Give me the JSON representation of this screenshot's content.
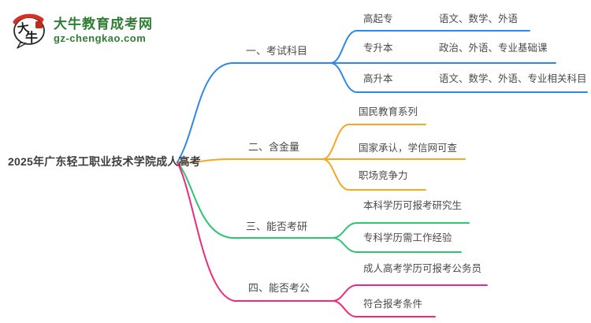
{
  "logo": {
    "icon_chars": "大牛",
    "site_name": "大牛教育成考网",
    "site_url": "gz-chengkao.com"
  },
  "colors": {
    "branch_exam": "#2e89e6",
    "branch_value": "#f6a723",
    "branch_postgrad": "#2ec573",
    "branch_civil": "#f0297d",
    "logo_green": "#2e7d32",
    "logo_red": "#d93025"
  },
  "mindmap": {
    "root": "2025年广东轻工职业技术学院成人高考",
    "branches": [
      {
        "label": "一、考试科目",
        "children": [
          {
            "label": "高起专",
            "value": "语文、数学、外语"
          },
          {
            "label": "专升本",
            "value": "政治、外语、专业基础课"
          },
          {
            "label": "高升本",
            "value": "语文、数学、外语、专业相关科目"
          }
        ]
      },
      {
        "label": "二、含金量",
        "children": [
          {
            "label": "国民教育系列"
          },
          {
            "label": "国家承认，学信网可查"
          },
          {
            "label": "职场竞争力"
          }
        ]
      },
      {
        "label": "三、能否考研",
        "children": [
          {
            "label": "本科学历可报考研究生"
          },
          {
            "label": "专科学历需工作经验"
          }
        ]
      },
      {
        "label": "四、能否考公",
        "children": [
          {
            "label": "成人高考学历可报考公务员"
          },
          {
            "label": "符合报考条件"
          }
        ]
      }
    ]
  }
}
